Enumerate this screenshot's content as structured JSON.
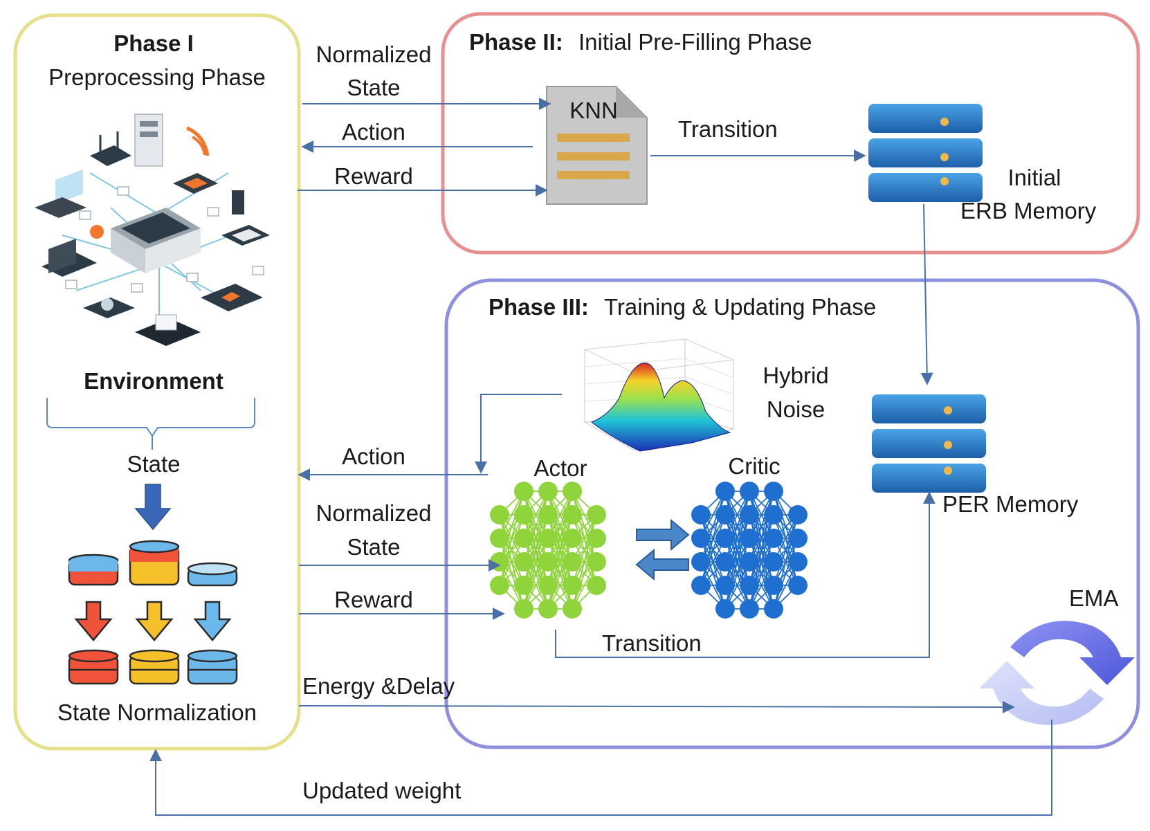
{
  "phase1": {
    "title": "Phase I",
    "subtitle": "Preprocessing Phase",
    "environment": "Environment",
    "state": "State",
    "state_normalization": "State Normalization"
  },
  "phase2": {
    "title": "Phase II:",
    "subtitle": "Initial Pre-Filling Phase",
    "knn": "KNN",
    "transition": "Transition",
    "memory_line1": "Initial",
    "memory_line2": "ERB Memory"
  },
  "phase3": {
    "title": "Phase III:",
    "subtitle": "Training & Updating Phase",
    "noise_line1": "Hybrid",
    "noise_line2": "Noise",
    "actor": "Actor",
    "critic": "Critic",
    "per_memory": "PER Memory",
    "transition": "Transition",
    "ema": "EMA"
  },
  "flows": {
    "top_norm_state_1": "Normalized",
    "top_norm_state_2": "State",
    "top_action": "Action",
    "top_reward": "Reward",
    "mid_action": "Action",
    "mid_norm_state_1": "Normalized",
    "mid_norm_state_2": "State",
    "mid_reward": "Reward",
    "energy_delay": "Energy &Delay",
    "updated_weight": "Updated weight"
  },
  "colors": {
    "phase1_border": "#e6e08a",
    "phase2_border": "#e88f8f",
    "phase3_border": "#8f8fe0",
    "arrow": "#4a6fa5",
    "server_blue": "#2f80c8",
    "actor_green": "#8fd43a",
    "critic_blue": "#1f6fd0",
    "down_arrow_red": "#f0533a",
    "down_arrow_yellow": "#f5c02a",
    "down_arrow_blue": "#6cb8ea",
    "knn_gold": "#d9a74a"
  }
}
